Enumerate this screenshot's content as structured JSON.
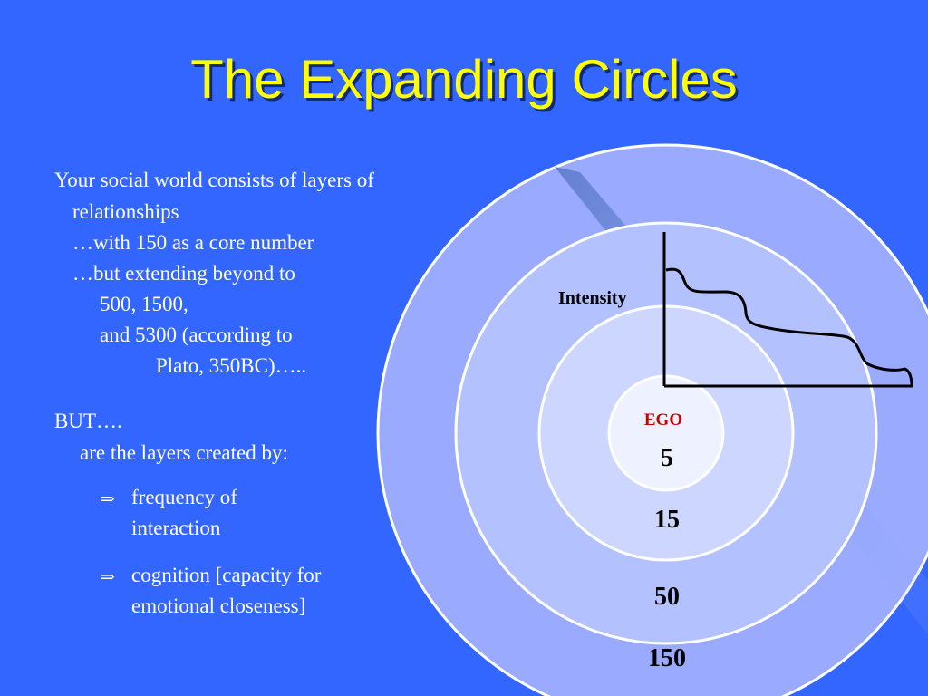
{
  "title": "The Expanding Circles",
  "text": {
    "p1_line1": "Your social world consists of layers of",
    "p1_line2": "relationships",
    "p1_line3": "…with 150 as a core number",
    "p1_line4": "…but extending beyond to",
    "p1_line5": "500, 1500,",
    "p1_line6": "and 5300 (according to",
    "p1_line7": "Plato, 350BC)…..",
    "p2_line1": "BUT….",
    "p2_line2": "are the layers created by:",
    "bullet1_line1": "frequency of",
    "bullet1_line2": "interaction",
    "bullet2_line1": "cognition [capacity for",
    "bullet2_line2": "emotional closeness]",
    "bullet_glyph": "⇒"
  },
  "diagram": {
    "intensity_label": "Intensity",
    "ego_label": "EGO",
    "ring_labels": [
      "5",
      "15",
      "50",
      "150"
    ],
    "colors": {
      "background": "#3366ff",
      "title": "#ffff00",
      "ring_outer": "#99aaff",
      "ring_mid": "#b3c2ff",
      "ring_inner": "#ccd6ff",
      "ring_core": "#eef1ff",
      "ego": "#cc0000"
    }
  }
}
